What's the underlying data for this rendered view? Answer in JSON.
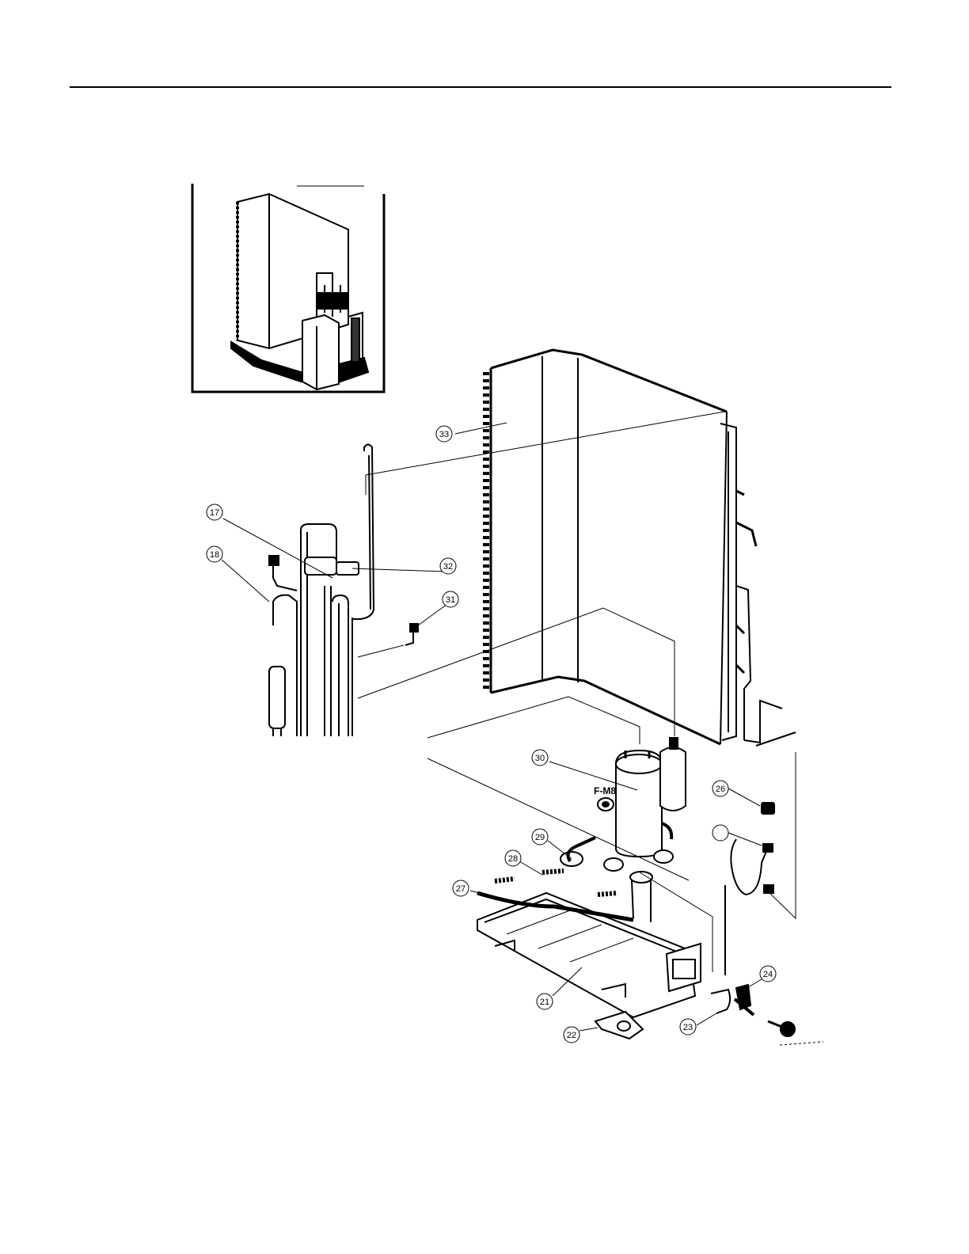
{
  "diagram": {
    "labels": {
      "compressor_mark": "F-M8"
    },
    "callouts": [
      {
        "id": "c17",
        "number": "17"
      },
      {
        "id": "c18",
        "number": "18"
      },
      {
        "id": "c21",
        "number": "21"
      },
      {
        "id": "c22",
        "number": "22"
      },
      {
        "id": "c23",
        "number": "23"
      },
      {
        "id": "c24",
        "number": "24"
      },
      {
        "id": "c25",
        "number": ""
      },
      {
        "id": "c26",
        "number": "26"
      },
      {
        "id": "c27",
        "number": "27"
      },
      {
        "id": "c28",
        "number": "28"
      },
      {
        "id": "c29",
        "number": "29"
      },
      {
        "id": "c30",
        "number": "30"
      },
      {
        "id": "c31",
        "number": "31"
      },
      {
        "id": "c32",
        "number": "32"
      },
      {
        "id": "c33",
        "number": "33"
      }
    ]
  }
}
